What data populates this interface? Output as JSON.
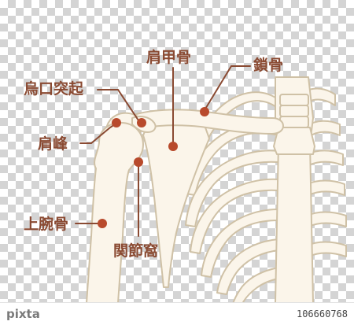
{
  "colors": {
    "label": "#8a4a32",
    "bone_fill": "#fbf5ea",
    "bone_stroke": "#cfc1a6",
    "marker": "#b84a2c"
  },
  "labels": {
    "coracoid": "烏口突起",
    "acromion": "肩峰",
    "humerus": "上腕骨",
    "scapula": "肩甲骨",
    "clavicle": "鎖骨",
    "glenoid": "関節窩"
  },
  "footer": {
    "brand": "pixta",
    "id": "106660768"
  }
}
